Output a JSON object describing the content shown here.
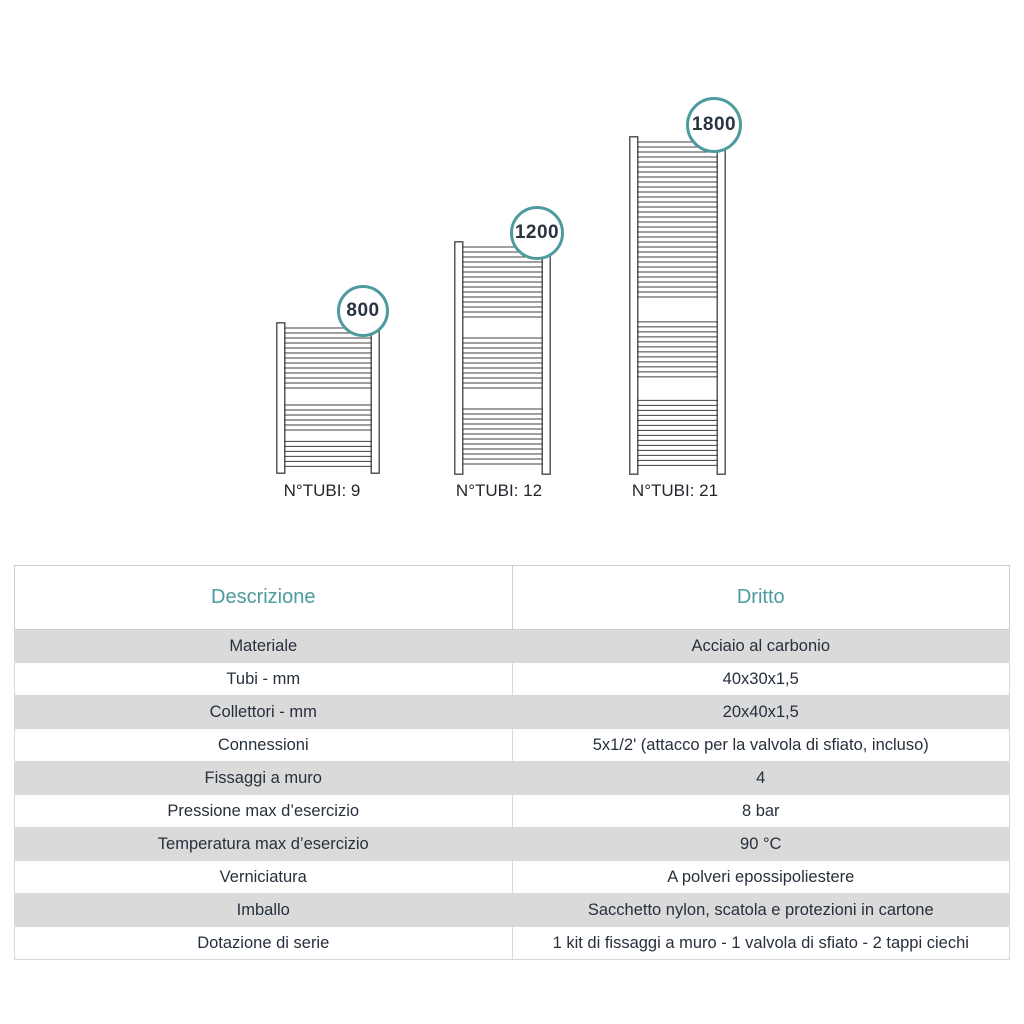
{
  "colors": {
    "accent": "#4d9b9e",
    "row_shade": "#dadada",
    "text": "#26303d"
  },
  "diagram": {
    "radiators": [
      {
        "height_label": "800",
        "tubes_label": "N°TUBI: 9",
        "tubes": 9
      },
      {
        "height_label": "1200",
        "tubes_label": "N°TUBI: 12",
        "tubes": 12
      },
      {
        "height_label": "1800",
        "tubes_label": "N°TUBI: 21",
        "tubes": 21
      }
    ]
  },
  "table": {
    "headers": [
      "Descrizione",
      "Dritto"
    ],
    "rows": [
      [
        "Materiale",
        "Acciaio al carbonio"
      ],
      [
        "Tubi - mm",
        "40x30x1,5"
      ],
      [
        "Collettori - mm",
        "20x40x1,5"
      ],
      [
        "Connessioni",
        "5x1/2' (attacco per la valvola di sfiato, incluso)"
      ],
      [
        "Fissaggi a muro",
        "4"
      ],
      [
        "Pressione max d’esercizio",
        "8 bar"
      ],
      [
        "Temperatura max d’esercizio",
        "90 °C"
      ],
      [
        "Verniciatura",
        "A polveri epossipoliestere"
      ],
      [
        "Imballo",
        "Sacchetto nylon, scatola e protezioni in cartone"
      ],
      [
        "Dotazione di serie",
        "1 kit di fissaggi a muro - 1 valvola di sfiato - 2 tappi ciechi"
      ]
    ]
  }
}
